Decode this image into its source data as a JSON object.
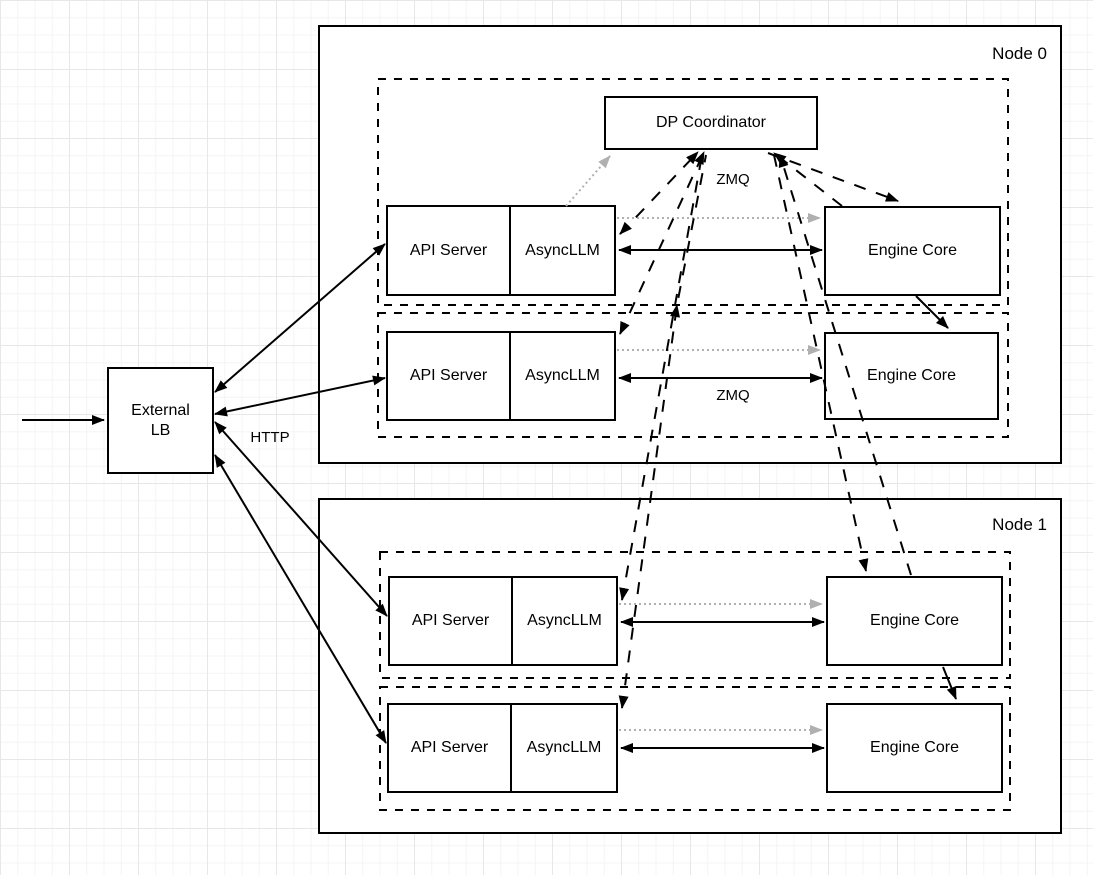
{
  "diagram": {
    "title_labels": {
      "node0": "Node 0",
      "node1": "Node 1"
    },
    "shapes": {
      "external_lb": "External LB",
      "dp_coordinator": "DP Coordinator",
      "api_server": "API Server",
      "asyncllm": "AsyncLLM",
      "engine_core": "Engine Core"
    },
    "edge_labels": {
      "zmq": "ZMQ",
      "http": "HTTP"
    },
    "colors": {
      "stroke": "#000000",
      "gray_connector": "#b0b0b0",
      "shape_fill": "#ffffff",
      "grid_minor": "#f4f4f4",
      "grid_major": "#e7e7e7"
    }
  }
}
